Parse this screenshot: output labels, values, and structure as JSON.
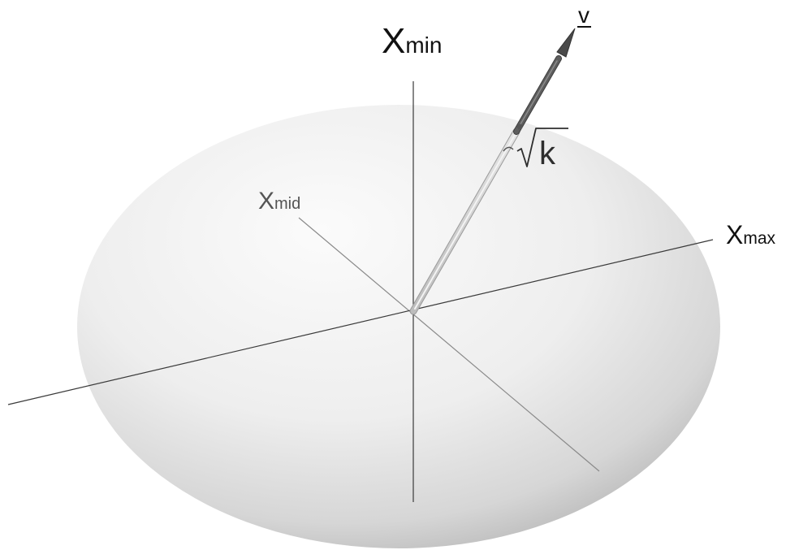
{
  "labels": {
    "x_min": {
      "base": "X",
      "sub": "min"
    },
    "x_mid": {
      "base": "X",
      "sub": "mid"
    },
    "x_max": {
      "base": "X",
      "sub": "max"
    },
    "vector": "v",
    "root_arg": "k"
  },
  "colors": {
    "ellipsoid_light": "#fbfbfb",
    "ellipsoid_dark": "#b8b8b8",
    "axis_line": "#3a3a3a",
    "axis_line_mid": "#8a8a8a",
    "inner_vector": "#d2d2d2",
    "outer_vector": "#5e5e5e"
  }
}
